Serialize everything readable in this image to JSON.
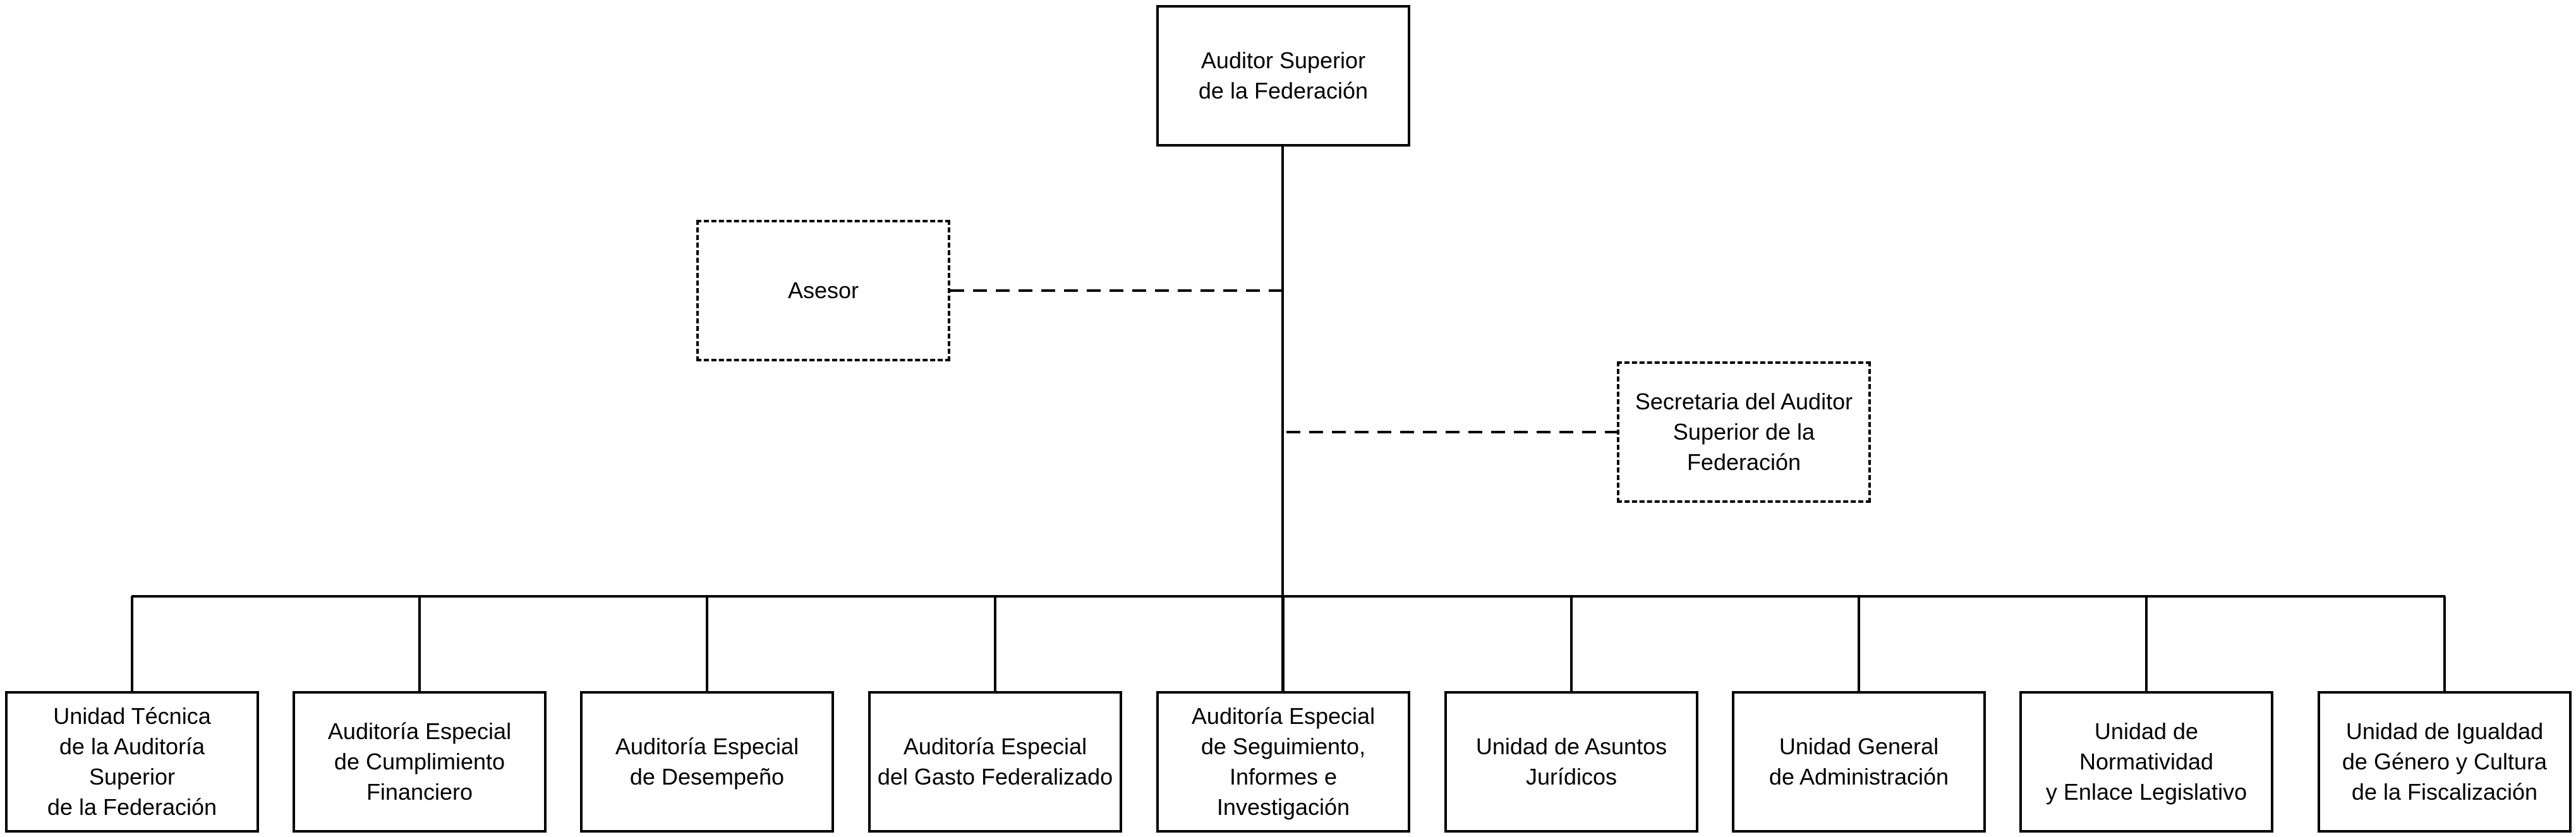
{
  "org_chart": {
    "head": "Auditor Superior\nde la Federación",
    "advisors": [
      {
        "label": "Asesor"
      },
      {
        "label": "Secretaria del Auditor\nSuperior de la\nFederación"
      }
    ],
    "units": [
      {
        "label": "Unidad Técnica\nde la Auditoría\nSuperior\nde la Federación"
      },
      {
        "label": "Auditoría Especial\nde Cumplimiento\nFinanciero"
      },
      {
        "label": "Auditoría Especial\nde Desempeño"
      },
      {
        "label": "Auditoría Especial\ndel Gasto Federalizado"
      },
      {
        "label": "Auditoría Especial\nde Seguimiento,\nInformes e\nInvestigación"
      },
      {
        "label": "Unidad de Asuntos\nJurídicos"
      },
      {
        "label": "Unidad General\nde Administración"
      },
      {
        "label": "Unidad de\nNormatividad\ny Enlace Legislativo"
      },
      {
        "label": "Unidad de Igualdad\nde Género y Cultura\nde la Fiscalización"
      }
    ]
  }
}
